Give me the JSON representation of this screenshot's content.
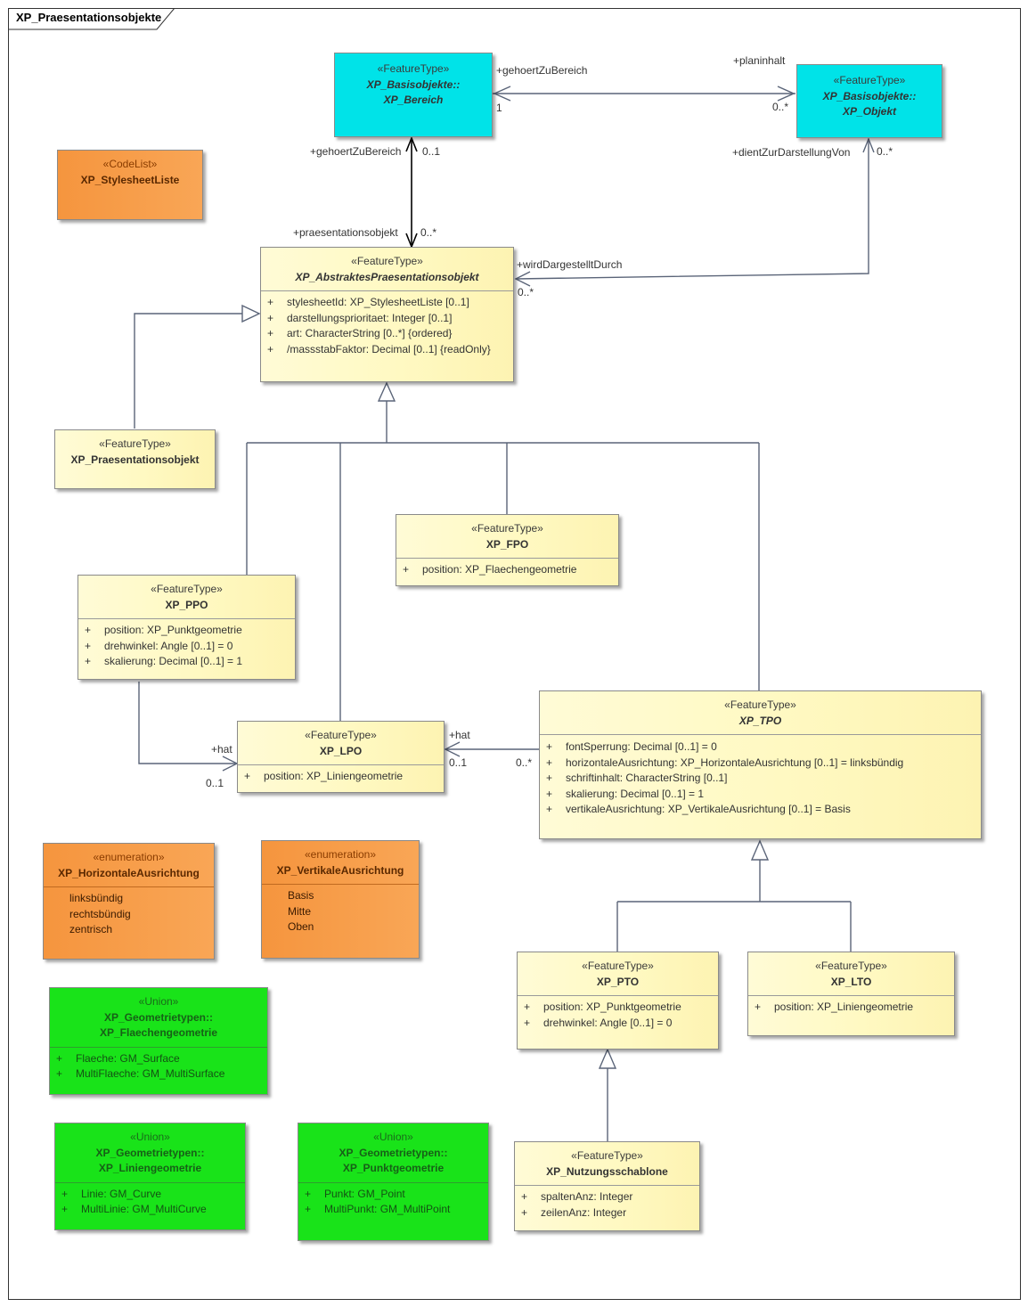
{
  "frame": {
    "title": "XP_Praesentationsobjekte"
  },
  "classes": {
    "bereich": {
      "stereotype": "«FeatureType»",
      "name": "XP_Basisobjekte::",
      "name2": "XP_Bereich"
    },
    "objekt": {
      "stereotype": "«FeatureType»",
      "name": "XP_Basisobjekte::",
      "name2": "XP_Objekt"
    },
    "stylesheet": {
      "stereotype": "«CodeList»",
      "name": "XP_StylesheetListe"
    },
    "abstrakt": {
      "stereotype": "«FeatureType»",
      "name": "XP_AbstraktesPraesentationsobjekt",
      "attributes": [
        {
          "vis": "+",
          "text": "stylesheetId: XP_StylesheetListe [0..1]"
        },
        {
          "vis": "+",
          "text": "darstellungsprioritaet: Integer [0..1]"
        },
        {
          "vis": "+",
          "text": "art: CharacterString [0..*] {ordered}"
        },
        {
          "vis": "+",
          "text": "/massstabFaktor: Decimal [0..1] {readOnly}"
        }
      ]
    },
    "praes": {
      "stereotype": "«FeatureType»",
      "name": "XP_Praesentationsobjekt"
    },
    "fpo": {
      "stereotype": "«FeatureType»",
      "name": "XP_FPO",
      "attributes": [
        {
          "vis": "+",
          "text": "position: XP_Flaechengeometrie"
        }
      ]
    },
    "ppo": {
      "stereotype": "«FeatureType»",
      "name": "XP_PPO",
      "attributes": [
        {
          "vis": "+",
          "text": "position: XP_Punktgeometrie"
        },
        {
          "vis": "+",
          "text": "drehwinkel: Angle [0..1] = 0"
        },
        {
          "vis": "+",
          "text": "skalierung: Decimal [0..1] = 1"
        }
      ]
    },
    "lpo": {
      "stereotype": "«FeatureType»",
      "name": "XP_LPO",
      "attributes": [
        {
          "vis": "+",
          "text": "position: XP_Liniengeometrie"
        }
      ]
    },
    "tpo": {
      "stereotype": "«FeatureType»",
      "name": "XP_TPO",
      "attributes": [
        {
          "vis": "+",
          "text": "fontSperrung: Decimal [0..1] = 0"
        },
        {
          "vis": "+",
          "text": "horizontaleAusrichtung: XP_HorizontaleAusrichtung [0..1] = linksbündig"
        },
        {
          "vis": "+",
          "text": "schriftinhalt: CharacterString [0..1]"
        },
        {
          "vis": "+",
          "text": "skalierung: Decimal [0..1] = 1"
        },
        {
          "vis": "+",
          "text": "vertikaleAusrichtung: XP_VertikaleAusrichtung [0..1] = Basis"
        }
      ]
    },
    "horiz": {
      "stereotype": "«enumeration»",
      "name": "XP_HorizontaleAusrichtung",
      "literals": [
        "linksbündig",
        "rechtsbündig",
        "zentrisch"
      ]
    },
    "vert": {
      "stereotype": "«enumeration»",
      "name": "XP_VertikaleAusrichtung",
      "literals": [
        "Basis",
        "Mitte",
        "Oben"
      ]
    },
    "pto": {
      "stereotype": "«FeatureType»",
      "name": "XP_PTO",
      "attributes": [
        {
          "vis": "+",
          "text": "position: XP_Punktgeometrie"
        },
        {
          "vis": "+",
          "text": "drehwinkel: Angle [0..1] = 0"
        }
      ]
    },
    "lto": {
      "stereotype": "«FeatureType»",
      "name": "XP_LTO",
      "attributes": [
        {
          "vis": "+",
          "text": "position: XP_Liniengeometrie"
        }
      ]
    },
    "flaeche": {
      "stereotype": "«Union»",
      "name": "XP_Geometrietypen::",
      "name2": "XP_Flaechengeometrie",
      "attributes": [
        {
          "vis": "+",
          "text": "Flaeche: GM_Surface"
        },
        {
          "vis": "+",
          "text": "MultiFlaeche: GM_MultiSurface"
        }
      ]
    },
    "linie": {
      "stereotype": "«Union»",
      "name": "XP_Geometrietypen::",
      "name2": "XP_Liniengeometrie",
      "attributes": [
        {
          "vis": "+",
          "text": "Linie: GM_Curve"
        },
        {
          "vis": "+",
          "text": "MultiLinie: GM_MultiCurve"
        }
      ]
    },
    "punkt": {
      "stereotype": "«Union»",
      "name": "XP_Geometrietypen::",
      "name2": "XP_Punktgeometrie",
      "attributes": [
        {
          "vis": "+",
          "text": "Punkt: GM_Point"
        },
        {
          "vis": "+",
          "text": "MultiPunkt: GM_MultiPoint"
        }
      ]
    },
    "nutzung": {
      "stereotype": "«FeatureType»",
      "name": "XP_Nutzungsschablone",
      "attributes": [
        {
          "vis": "+",
          "text": "spaltenAnz: Integer"
        },
        {
          "vis": "+",
          "text": "zeilenAnz: Integer"
        }
      ]
    }
  },
  "labels": {
    "bereich_role": "+gehoertZuBereich",
    "bereich_mult": "1",
    "planinhalt_role": "+planinhalt",
    "planinhalt_mult": "0..*",
    "gzb_role": "+gehoertZuBereich",
    "gzb_mult": "0..1",
    "po_role": "+praesentationsobjekt",
    "po_mult": "0..*",
    "dzd_role": "+dientZurDarstellungVon",
    "dzd_mult": "0..*",
    "wdd_role": "+wirdDargestelltDurch",
    "wdd_mult": "0..*",
    "ppo_hat_role": "+hat",
    "ppo_hat_mult": "0..1",
    "tpo_hat_role": "+hat",
    "tpo_hat_mult": "0..1",
    "tpo_side_mult": "0..*"
  },
  "colors": {
    "featuretype": "#fff9c2",
    "basis": "#00e3e8",
    "enumeration": "#f79d4a",
    "union": "#19e319",
    "line": "#5a6478"
  }
}
